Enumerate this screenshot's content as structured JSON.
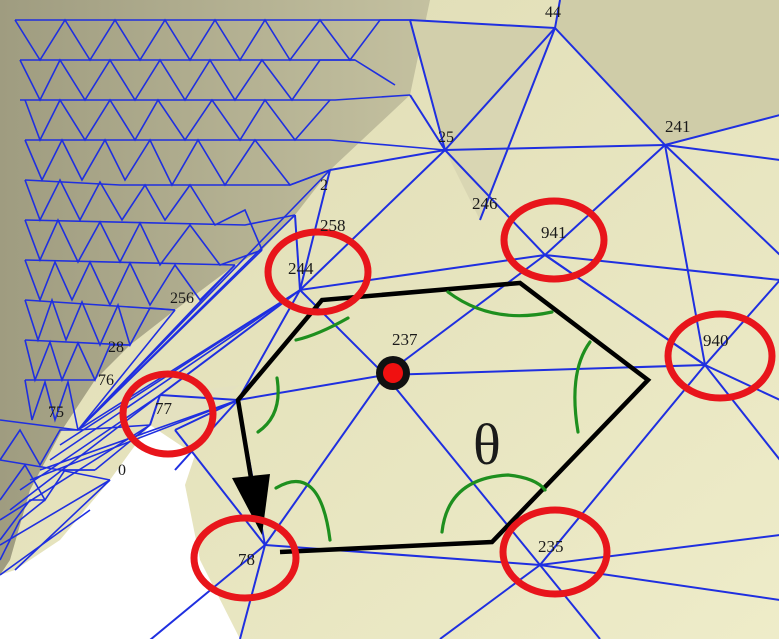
{
  "diagram": {
    "center_vertex": "237",
    "angle_symbol": "θ",
    "highlighted_vertices": [
      "244",
      "941",
      "940",
      "77",
      "78",
      "235"
    ],
    "other_labels": [
      "246",
      "258",
      "256",
      "241",
      "25",
      "2",
      "28",
      "76",
      "75",
      "0",
      "44"
    ],
    "colors": {
      "mesh_edges": "#1f2fe0",
      "surface_light": "#e9e7c2",
      "surface_dark": "#b8b594",
      "highlight_circles": "#e8151b",
      "one_ring_polygon": "#000000",
      "angle_arcs": "#1e8f1e",
      "center_dot": "#f01010"
    }
  }
}
